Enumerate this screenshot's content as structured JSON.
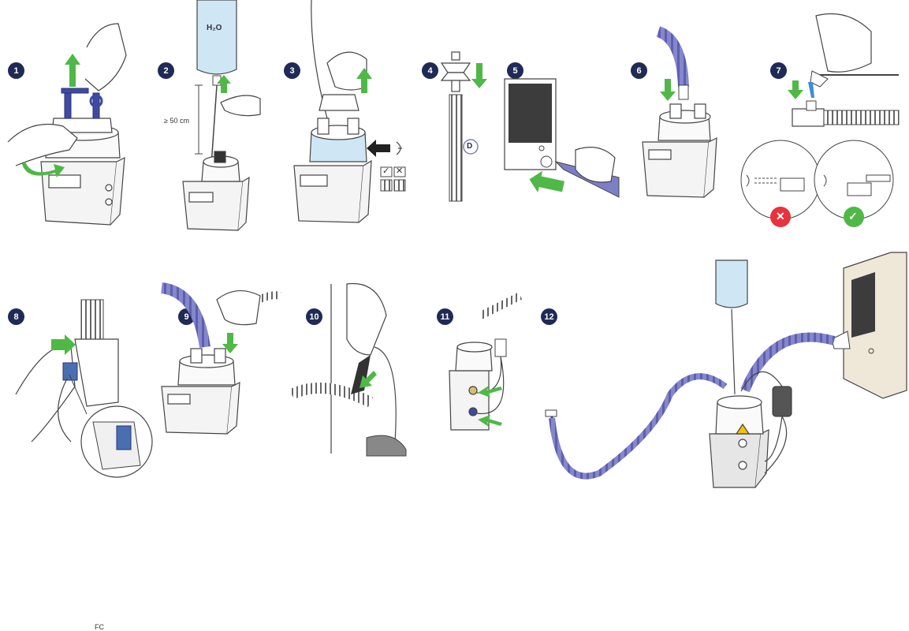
{
  "steps": [
    {
      "number": "1"
    },
    {
      "number": "2",
      "height_label": "≥ 50 cm",
      "bag_label": "H₂O"
    },
    {
      "number": "3",
      "check_mark": "✓",
      "cross_mark": "✕"
    },
    {
      "number": "4",
      "tube_label": "D"
    },
    {
      "number": "5"
    },
    {
      "number": "6"
    },
    {
      "number": "7",
      "wrong_mark": "✕",
      "correct_mark": "✓"
    },
    {
      "number": "8",
      "fitting_label": "FC"
    },
    {
      "number": "9"
    },
    {
      "number": "10"
    },
    {
      "number": "11"
    },
    {
      "number": "12"
    }
  ],
  "colors": {
    "badge": "#1f2a56",
    "arrow": "#4fb847",
    "tube": "#7d7fc6",
    "cap": "#3f4aa0",
    "water": "#cfe6f5",
    "wrong": "#e8323c",
    "correct": "#4fb847",
    "device": "#f4f4f4",
    "outline": "#444444"
  },
  "icons": [
    "up-arrow-icon",
    "down-arrow-icon",
    "left-arrow-icon",
    "rotate-arrow-icon",
    "eye-icon",
    "check-icon",
    "cross-icon"
  ]
}
